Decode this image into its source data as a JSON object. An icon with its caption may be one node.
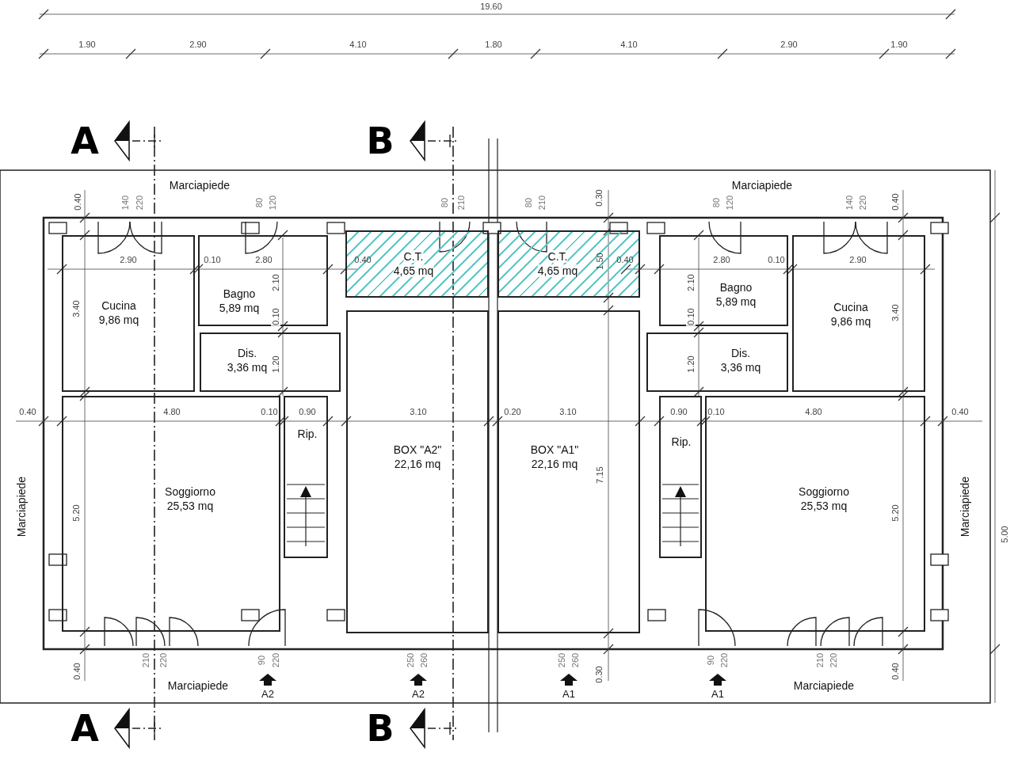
{
  "diagram": {
    "nodes": [
      {
        "text": [
          "Cucina",
          "9,86 mq"
        ]
      },
      {
        "text": [
          "Bagno",
          "5,89 mq"
        ]
      },
      {
        "text": [
          "C.T.",
          "4,65 mq"
        ]
      },
      {
        "text": [
          "C.T.",
          "4,65 mq"
        ]
      },
      {
        "text": [
          "Bagno",
          "5,89 mq"
        ]
      },
      {
        "text": [
          "Cucina",
          "9,86 mq"
        ]
      },
      {
        "text": [
          "Dis.",
          "3,36 mq"
        ]
      },
      {
        "text": [
          "Dis.",
          "3,36 mq"
        ]
      },
      {
        "text": [
          "Rip."
        ]
      },
      {
        "text": [
          "BOX \"A2\"",
          "22,16 mq"
        ]
      },
      {
        "text": [
          "BOX \"A1\"",
          "22,16 mq"
        ]
      },
      {
        "text": [
          "Rip."
        ]
      },
      {
        "text": [
          "Soggiorno",
          "25,53 mq"
        ]
      },
      {
        "text": [
          "Soggiorno",
          "25,53 mq"
        ]
      }
    ],
    "labels": [
      "19.60",
      "1.90",
      "2.90",
      "4.10",
      "1.80",
      "4.10",
      "2.90",
      "1.90",
      "A",
      "B",
      "0.40",
      "140",
      "220",
      "Marciapiede",
      "80",
      "120",
      "80",
      "210",
      "80",
      "210",
      "0.30",
      "80",
      "120",
      "Marciapiede",
      "140",
      "220",
      "0.40",
      "2.90",
      "0.10",
      "2.80",
      "2.10",
      "0.40",
      "1.50",
      "0.40",
      "2.10",
      "2.80",
      "0.10",
      "2.90",
      "3.40",
      "0.10",
      "0.10",
      "3.40",
      "1.20",
      "1.20",
      "0.40",
      "4.80",
      "0.10",
      "0.90",
      "3.10",
      "0.20",
      "3.10",
      "0.90",
      "0.10",
      "4.80",
      "0.40",
      "Marciapiede",
      "5.20",
      "7.15",
      "5.20",
      "Marciapiede",
      "5.00",
      "210",
      "220",
      "90",
      "220",
      "250",
      "260",
      "250",
      "260",
      "90",
      "220",
      "210",
      "220",
      "0.40",
      "0.30",
      "0.40",
      "Marciapiede",
      "A2",
      "A2",
      "A1",
      "A1",
      "Marciapiede",
      "A",
      "B"
    ]
  }
}
